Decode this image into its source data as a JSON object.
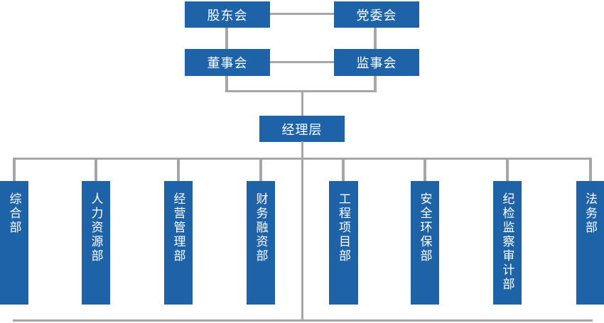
{
  "org_chart": {
    "governance_nodes": [
      {
        "id": "shareholders-meeting",
        "label": "股东会"
      },
      {
        "id": "party-committee",
        "label": "党委会"
      },
      {
        "id": "board-of-directors",
        "label": "董事会"
      },
      {
        "id": "supervisory-board",
        "label": "监事会"
      }
    ],
    "management_node": {
      "id": "management-level",
      "label": "经理层"
    },
    "departments": [
      {
        "id": "general-dept",
        "label": "综合部"
      },
      {
        "id": "human-resources-dept",
        "label": "人力资源部"
      },
      {
        "id": "operations-management-dept",
        "label": "经营管理部"
      },
      {
        "id": "finance-financing-dept",
        "label": "财务融资部"
      },
      {
        "id": "engineering-project-dept",
        "label": "工程项目部"
      },
      {
        "id": "safety-environment-dept",
        "label": "安全环保部"
      },
      {
        "id": "discipline-inspection-audit-dept",
        "label": "纪检监察审计部"
      },
      {
        "id": "legal-affairs-dept",
        "label": "法务部"
      }
    ],
    "colors": {
      "node_fill": "#1e63a8",
      "node_text": "#ffffff",
      "connector_line": "#a6a6a6",
      "background": "#ffffff"
    }
  }
}
